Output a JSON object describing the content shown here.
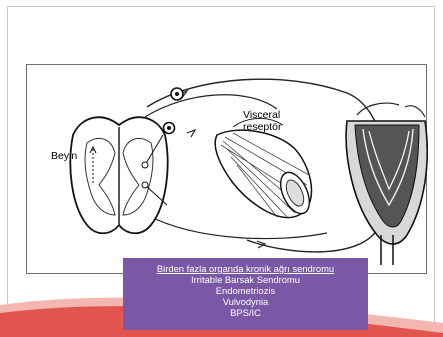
{
  "diagram": {
    "labels": {
      "brain": "Beyin",
      "visceral": "Visceral",
      "receptor": "reseptör"
    }
  },
  "caption": {
    "title": "Birden fazla organda kronik ağrı sendromu",
    "items": [
      "Irritable Barsak Sendromu",
      "Endometriozis",
      "Vulvodynia",
      "BPS/IC"
    ]
  },
  "colors": {
    "caption_background": "#7b58a6",
    "wave_red": "#e2554f",
    "wave_pink": "#f3b6b0"
  }
}
